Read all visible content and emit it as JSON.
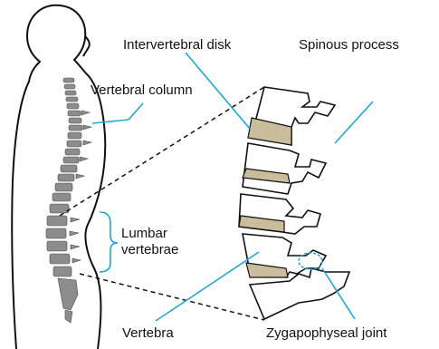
{
  "labels": {
    "intervertebral_disk": "Intervertebral disk",
    "spinous_process": "Spinous process",
    "vertebral_column": "Vertebral column",
    "lumbar": "Lumbar",
    "vertebrae": "vertebrae",
    "vertebra": "Vertebra",
    "zygapophyseal_joint": "Zygapophyseal joint"
  },
  "colors": {
    "leader": "#1aa6e0",
    "disk": "#c9bd9b",
    "outline": "#111111"
  }
}
